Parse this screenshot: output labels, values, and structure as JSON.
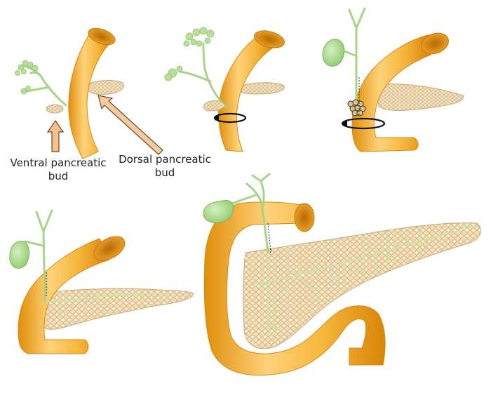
{
  "labels": {
    "ventral": "Ventral pancreatic\nbud",
    "dorsal": "Dorsal pancreatic\nbud"
  },
  "colors": {
    "duodenum_light": "#ffd27a",
    "duodenum_mid": "#f6b73c",
    "duodenum_dark": "#e08e0b",
    "duodenum_lumen": "#c97400",
    "bile_duct": "#c8e6a8",
    "bile_duct_edge": "#8fbf6a",
    "gallbladder": "#a9d98a",
    "pancreas_tissue": "#f3dcb0",
    "pancreas_cell_edge": "#c9a978",
    "ventral_arrow_fill": "#f4c08c",
    "dorsal_arrow_fill": "#f7c9a0",
    "rotation_arrow": "#111111",
    "label_text": "#222222"
  },
  "stages": [
    "stage-1",
    "stage-2",
    "stage-3",
    "stage-4",
    "stage-5"
  ]
}
